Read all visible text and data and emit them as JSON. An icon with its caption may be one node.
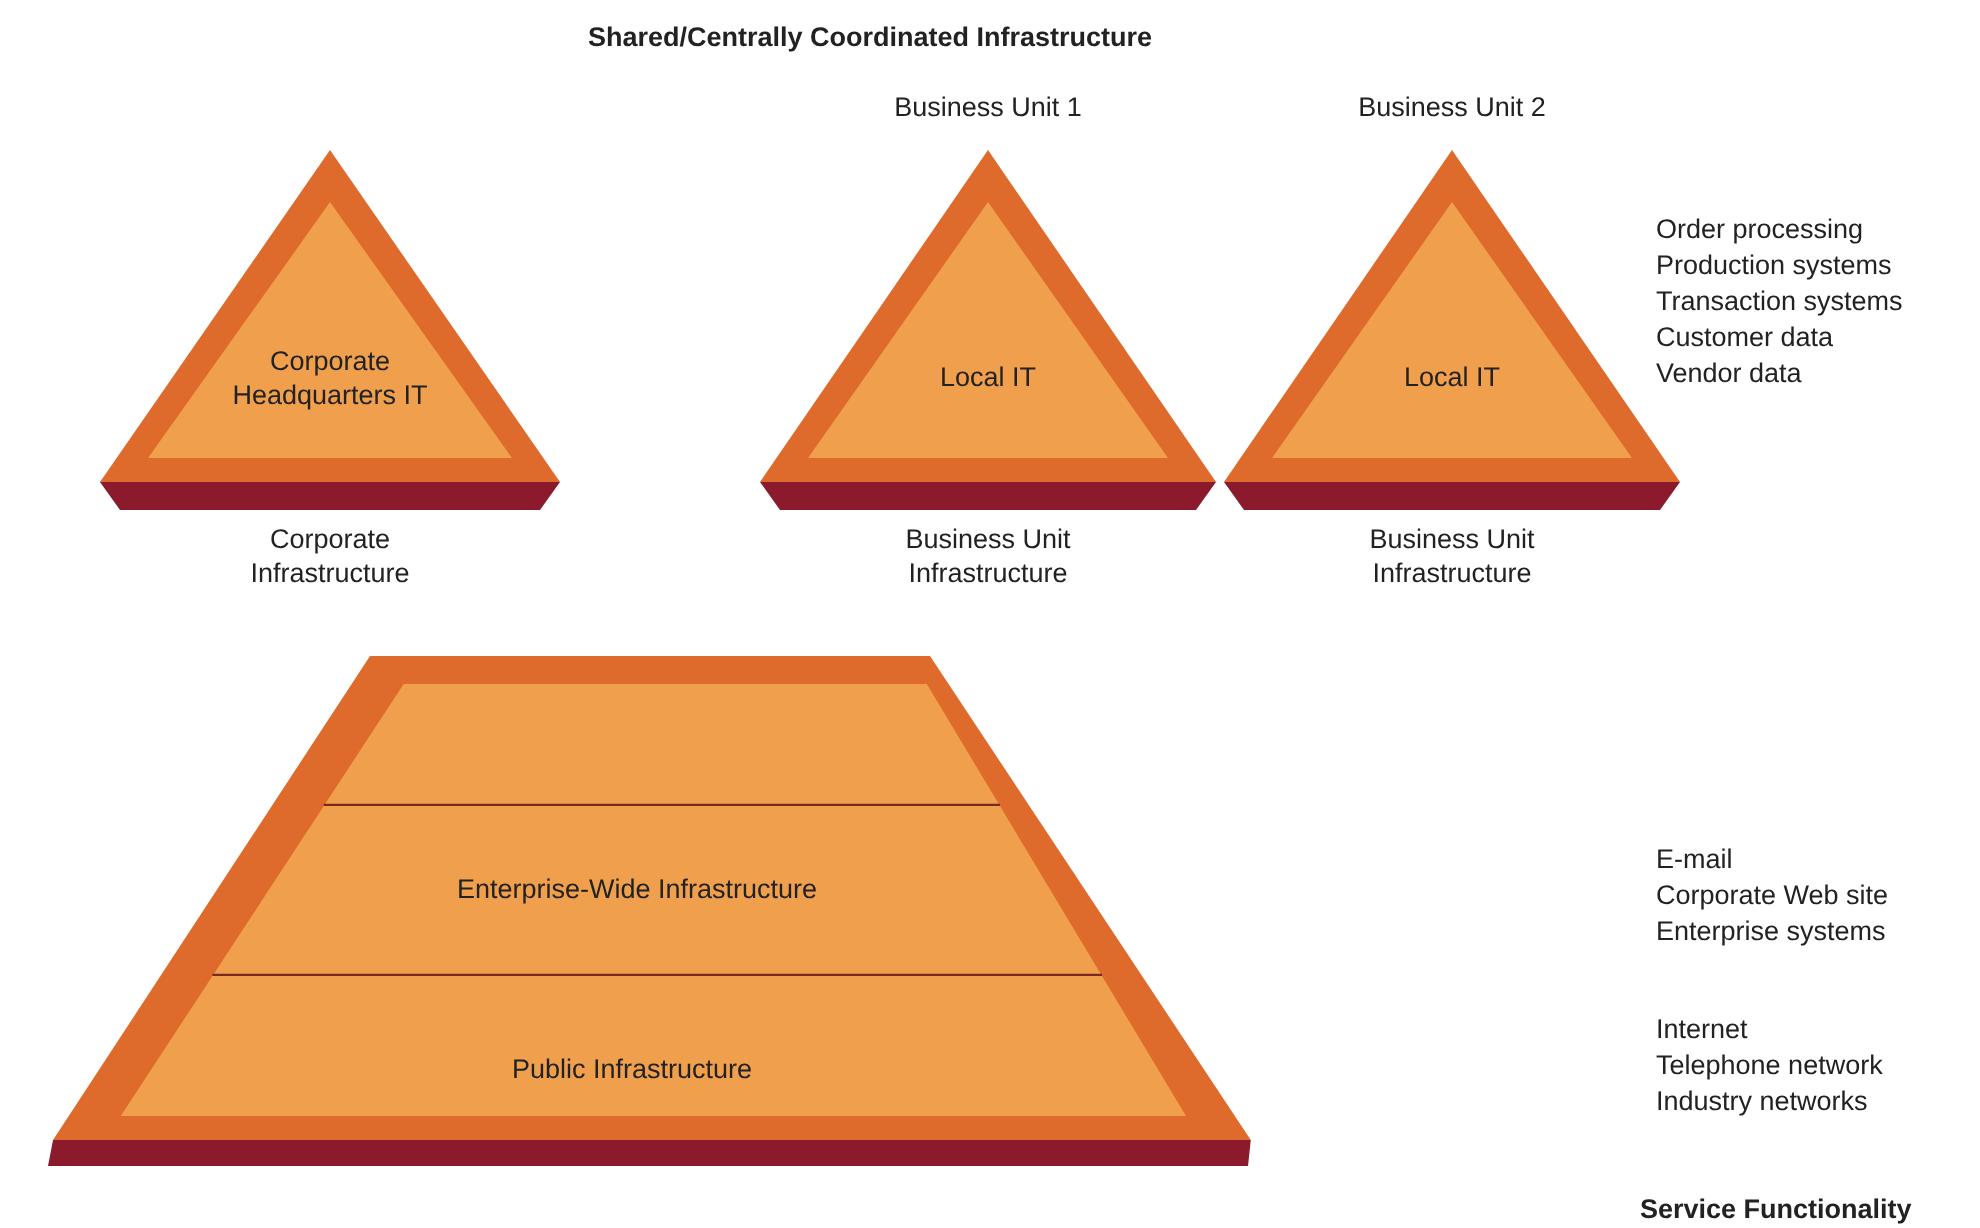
{
  "diagram": {
    "title": "Shared/Centrally Coordinated Infrastructure",
    "nodes": [
      {
        "text": [
          "Corporate Headquarters IT"
        ],
        "beside": [
          "Corporate Infrastructure"
        ]
      },
      {
        "text": [
          "Business Unit 1",
          "Local IT"
        ],
        "beside": [
          "Business Unit Infrastructure"
        ]
      },
      {
        "text": [
          "Business Unit 2",
          "Local IT"
        ],
        "beside": [
          "Business Unit Infrastructure"
        ]
      },
      {
        "text": [],
        "shape": "band"
      },
      {
        "text": [
          "Enterprise-Wide Infrastructure"
        ]
      },
      {
        "text": [
          "Public Infrastructure"
        ]
      }
    ],
    "labels": [
      "Order processing",
      "Production systems",
      "Transaction systems",
      "Customer data",
      "Vendor data",
      "E-mail",
      "Corporate Web site",
      "Enterprise systems",
      "Internet",
      "Telephone network",
      "Industry networks",
      "Service Functionality"
    ]
  }
}
